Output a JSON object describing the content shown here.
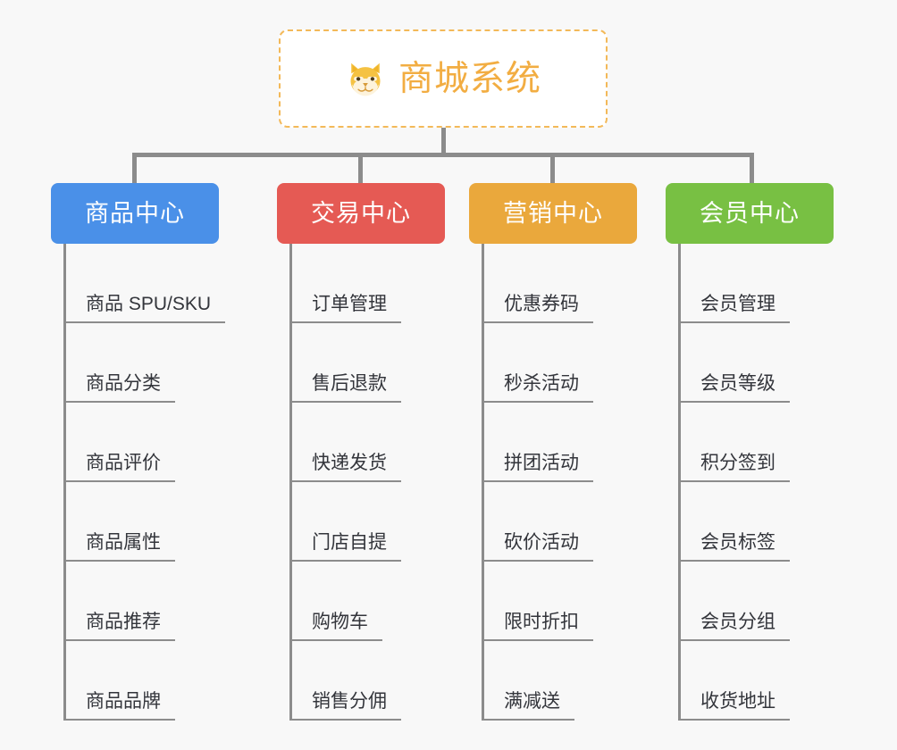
{
  "canvas": {
    "background": "#f8f8f8",
    "connector_color": "#8c8c8c"
  },
  "root": {
    "title": "商城系统",
    "icon": "shiba-dog-face-icon",
    "accent": "#f2ad42",
    "border_color": "#f3b959",
    "fill": "#ffffff"
  },
  "branches": [
    {
      "label": "商品中心",
      "color": "#4a90e8",
      "items": [
        "商品 SPU/SKU",
        "商品分类",
        "商品评价",
        "商品属性",
        "商品推荐",
        "商品品牌"
      ]
    },
    {
      "label": "交易中心",
      "color": "#e55a54",
      "items": [
        "订单管理",
        "售后退款",
        "快递发货",
        "门店自提",
        "购物车",
        "销售分佣"
      ]
    },
    {
      "label": "营销中心",
      "color": "#eaa83c",
      "items": [
        "优惠券码",
        "秒杀活动",
        "拼团活动",
        "砍价活动",
        "限时折扣",
        "满减送"
      ]
    },
    {
      "label": "会员中心",
      "color": "#78c043",
      "items": [
        "会员管理",
        "会员等级",
        "积分签到",
        "会员标签",
        "会员分组",
        "收货地址"
      ]
    }
  ]
}
